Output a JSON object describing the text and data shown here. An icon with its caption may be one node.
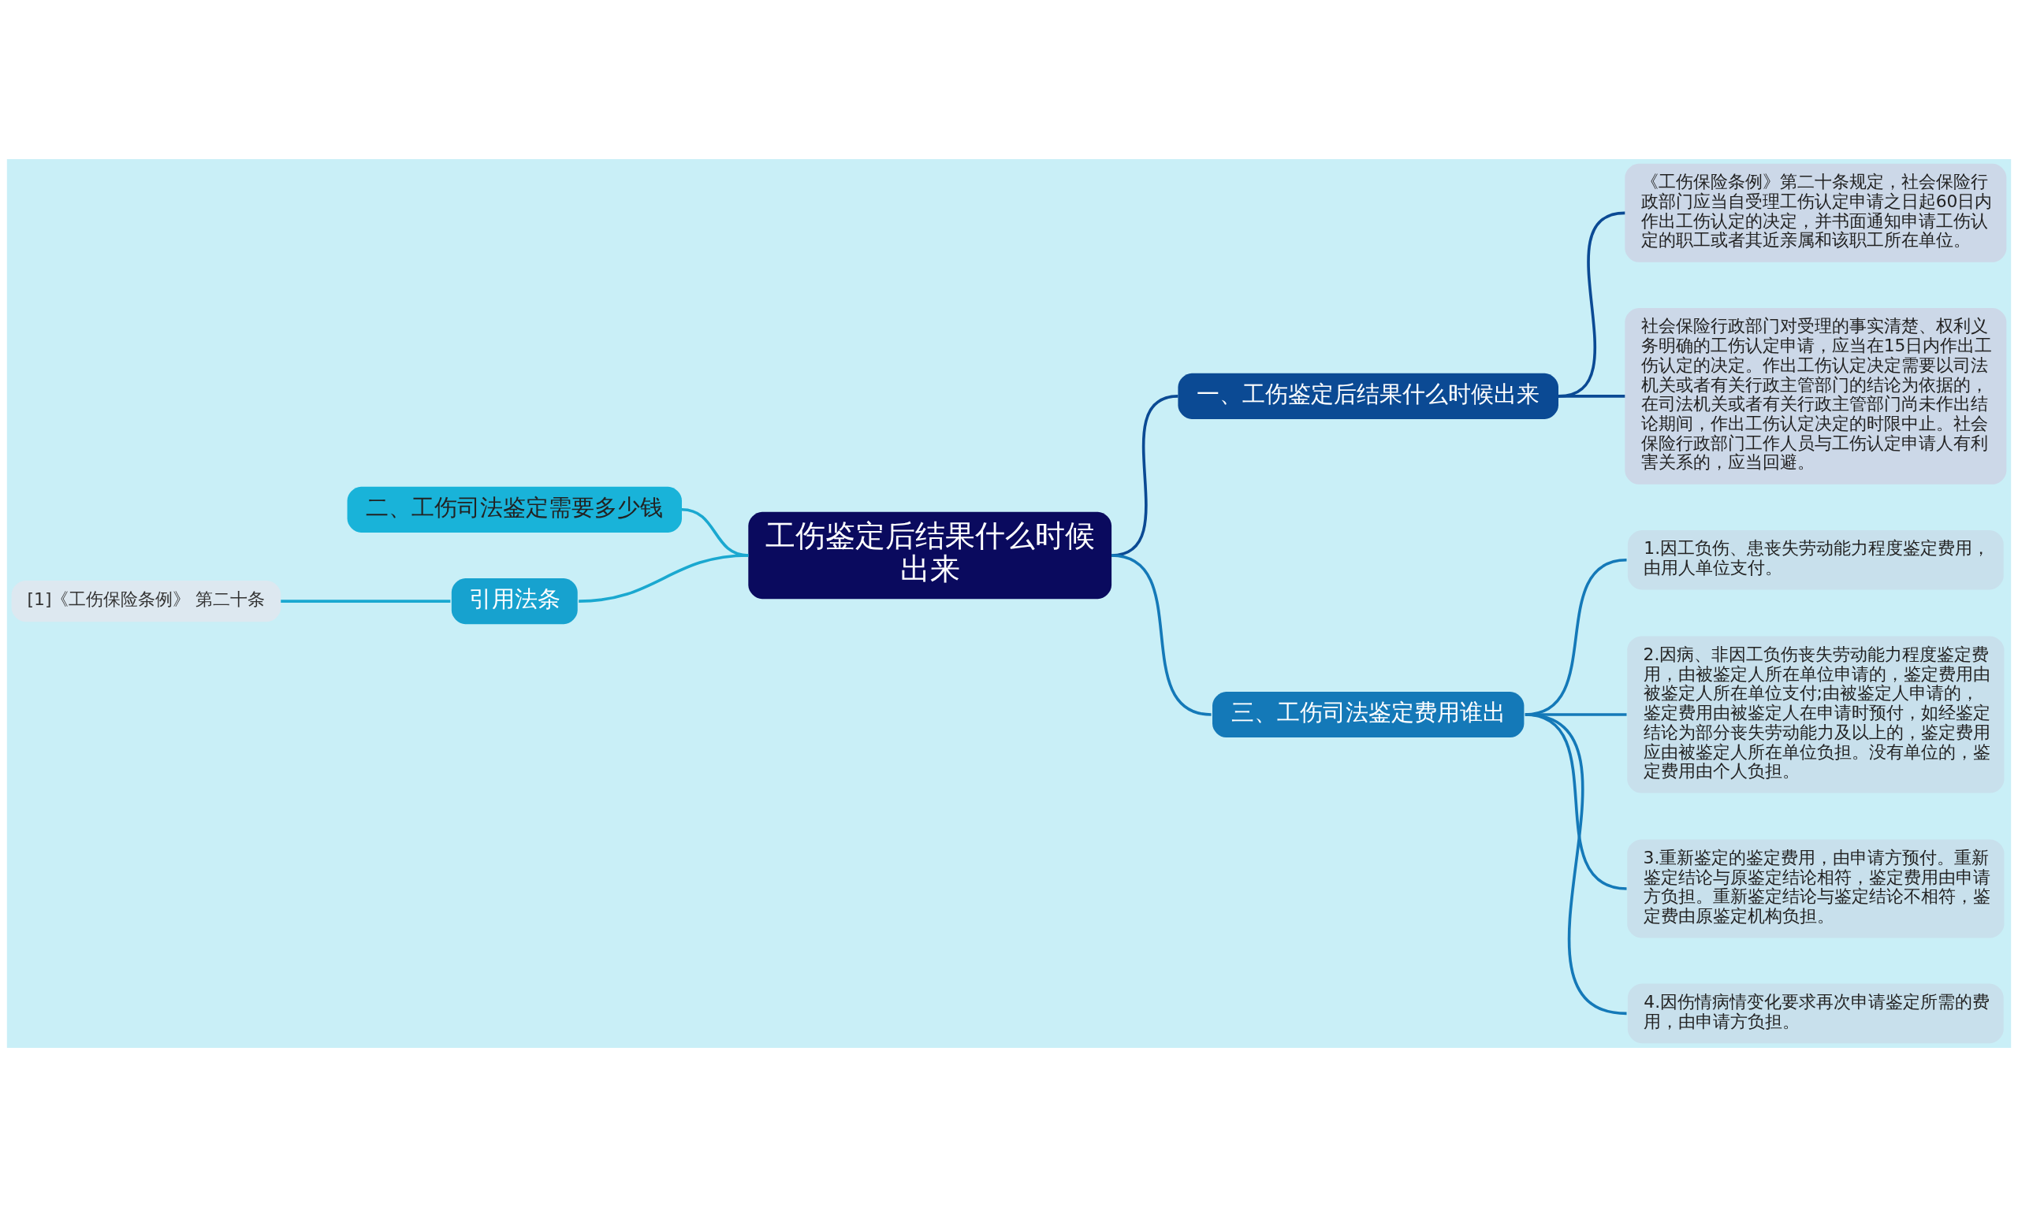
{
  "diagram": {
    "nodes": [
      {
        "text": [
          "工伤鉴定后结果什么时候出来"
        ]
      },
      {
        "text": [
          "一、工伤鉴定后结果什么时候出来"
        ]
      },
      {
        "text": [
          "《工伤保险条例》第二十条规定，社会保险行政部门应当自受理工伤认定申请之日起60日内作出工伤认定的决定，并书面通知申请工伤认定的职工或者其近亲属和该职工所在单位。"
        ]
      },
      {
        "text": [
          "社会保险行政部门对受理的事实清楚、权利义务明确的工伤认定申请，应当在15日内作出工伤认定的决定。作出工伤认定决定需要以司法机关或者有关行政主管部门的结论为依据的，在司法机关或者有关行政主管部门尚未作出结论期间，作出工伤认定决定的时限中止。社会保险行政部门工作人员与工伤认定申请人有利害关系的，应当回避。"
        ]
      },
      {
        "text": [
          "三、工伤司法鉴定费用谁出"
        ]
      },
      {
        "text": [
          "1.因工负伤、患丧失劳动能力程度鉴定费用，由用人单位支付。"
        ]
      },
      {
        "text": [
          "2.因病、非因工负伤丧失劳动能力程度鉴定费用，由被鉴定人所在单位申请的，鉴定费用由被鉴定人所在单位支付;由被鉴定人申请的，鉴定费用由被鉴定人在申请时预付，如经鉴定结论为部分丧失劳动能力及以上的，鉴定费用应由被鉴定人所在单位负担。没有单位的，鉴定费用由个人负担。"
        ]
      },
      {
        "text": [
          "3.重新鉴定的鉴定费用，由申请方预付。重新鉴定结论与原鉴定结论相符，鉴定费用由申请方负担。重新鉴定结论与鉴定结论不相符，鉴定费由原鉴定机构负担。"
        ]
      },
      {
        "text": [
          "4.因伤情病情变化要求再次申请鉴定所需的费用，由申请方负担。"
        ]
      },
      {
        "text": [
          "二、工伤司法鉴定需要多少钱"
        ]
      },
      {
        "text": [
          "引用法条"
        ]
      },
      {
        "text": [
          "[1]《工伤保险条例》 第二十条"
        ]
      }
    ],
    "edges": [
      {
        "from": 0,
        "to": 1,
        "arrow": "none",
        "color": "#0b4a94"
      },
      {
        "from": 1,
        "to": 2,
        "arrow": "none",
        "color": "#0b4a94"
      },
      {
        "from": 1,
        "to": 3,
        "arrow": "none",
        "color": "#0b4a94"
      },
      {
        "from": 0,
        "to": 4,
        "arrow": "none"
      },
      {
        "from": 4,
        "to": 5,
        "arrow": "none"
      },
      {
        "from": 4,
        "to": 6,
        "arrow": "none"
      },
      {
        "from": 4,
        "to": 7,
        "arrow": "none"
      },
      {
        "from": 4,
        "to": 8,
        "arrow": "none"
      },
      {
        "from": 0,
        "to": 9,
        "arrow": "none",
        "color": "#1aa8d0"
      },
      {
        "from": 0,
        "to": 10,
        "arrow": "none",
        "color": "#1aa8d0"
      },
      {
        "from": 10,
        "to": 11,
        "arrow": "none",
        "color": "#1aa8d0"
      }
    ]
  }
}
